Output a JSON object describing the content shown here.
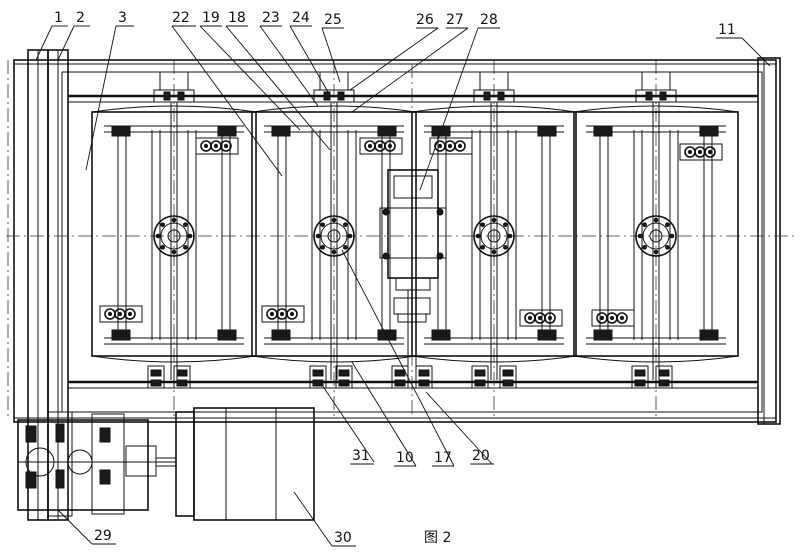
{
  "figure": {
    "caption": "图 2",
    "labels": {
      "l1": "1",
      "l2": "2",
      "l3": "3",
      "l22": "22",
      "l19": "19",
      "l18": "18",
      "l23": "23",
      "l24": "24",
      "l25": "25",
      "l26": "26",
      "l27": "27",
      "l28": "28",
      "l11": "11",
      "l29": "29",
      "l30": "30",
      "l31": "31",
      "l10": "10",
      "l17": "17",
      "l20": "20"
    }
  }
}
